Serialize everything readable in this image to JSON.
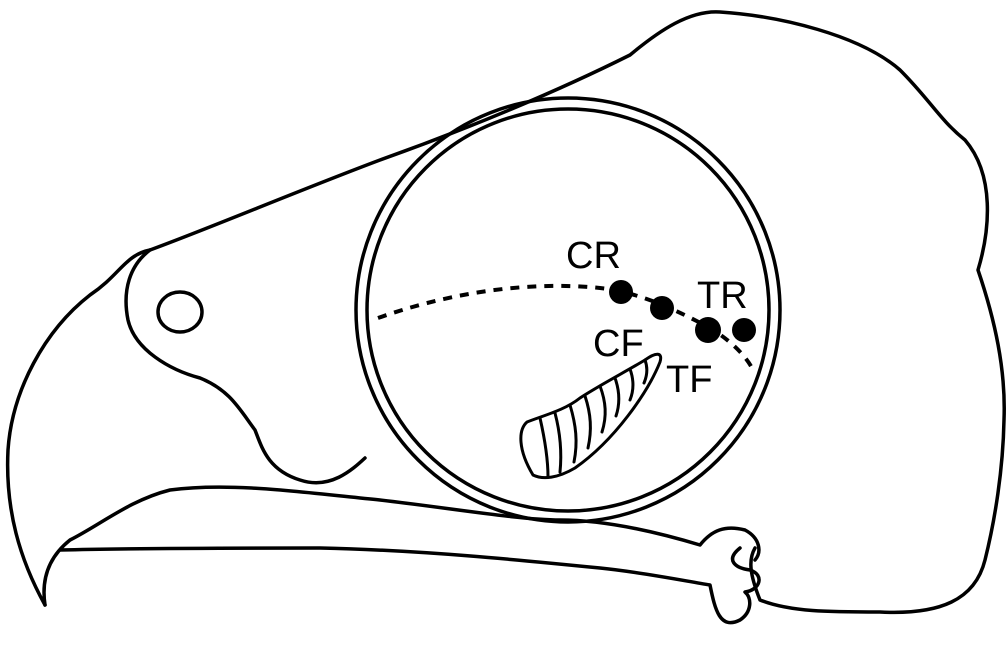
{
  "labels": {
    "cr": "CR",
    "cf": "CF",
    "tr": "TR",
    "tf": "TF"
  },
  "colors": {
    "line": "#000000",
    "background": "#ffffff"
  }
}
